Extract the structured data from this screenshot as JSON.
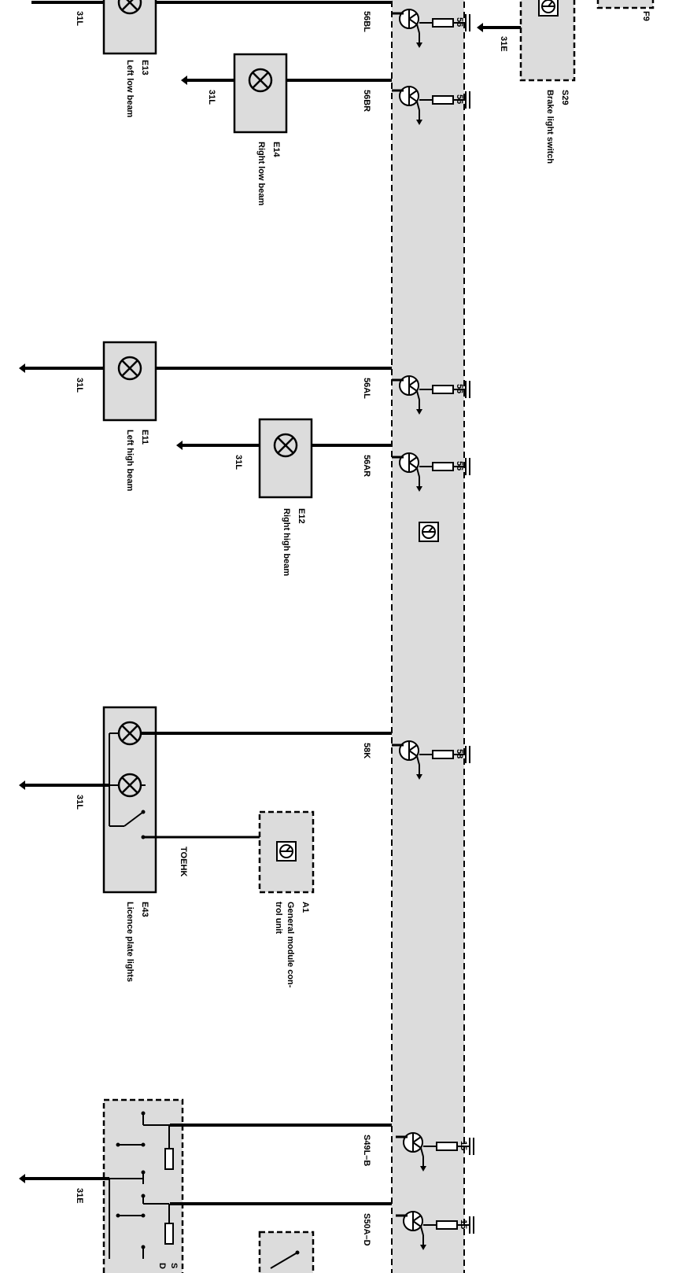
{
  "components": {
    "e13": {
      "code": "E13",
      "name": "Left low beam",
      "ground": "31L",
      "signal": "56BL",
      "pin": "56"
    },
    "e14": {
      "code": "E14",
      "name": "Right low beam",
      "ground": "31L",
      "signal": "56BR",
      "pin": "56"
    },
    "e11": {
      "code": "E11",
      "name": "Left high beam",
      "ground": "31L",
      "signal": "56AL",
      "pin": "56"
    },
    "e12": {
      "code": "E12",
      "name": "Right high beam",
      "ground": "31L",
      "signal": "56AR",
      "pin": "56"
    },
    "e43": {
      "code": "E43",
      "name": "Licence plate lights",
      "ground": "31L",
      "signal": "58K",
      "pin": "58",
      "extra": "TOEHK"
    },
    "a1": {
      "code": "A1",
      "name_line1": "General module con-",
      "name_line2": "trol unit"
    },
    "s29": {
      "code": "S29",
      "name": "Brake light switch",
      "ground": "31E"
    },
    "f9": {
      "code": "F9"
    },
    "switch_s": {
      "ground": "31E",
      "signal_a": "S49L–B",
      "signal_b": "S50A–D",
      "pin_a": "15",
      "pin_b": "15",
      "partial_code": "S",
      "partial_line": "D"
    }
  }
}
